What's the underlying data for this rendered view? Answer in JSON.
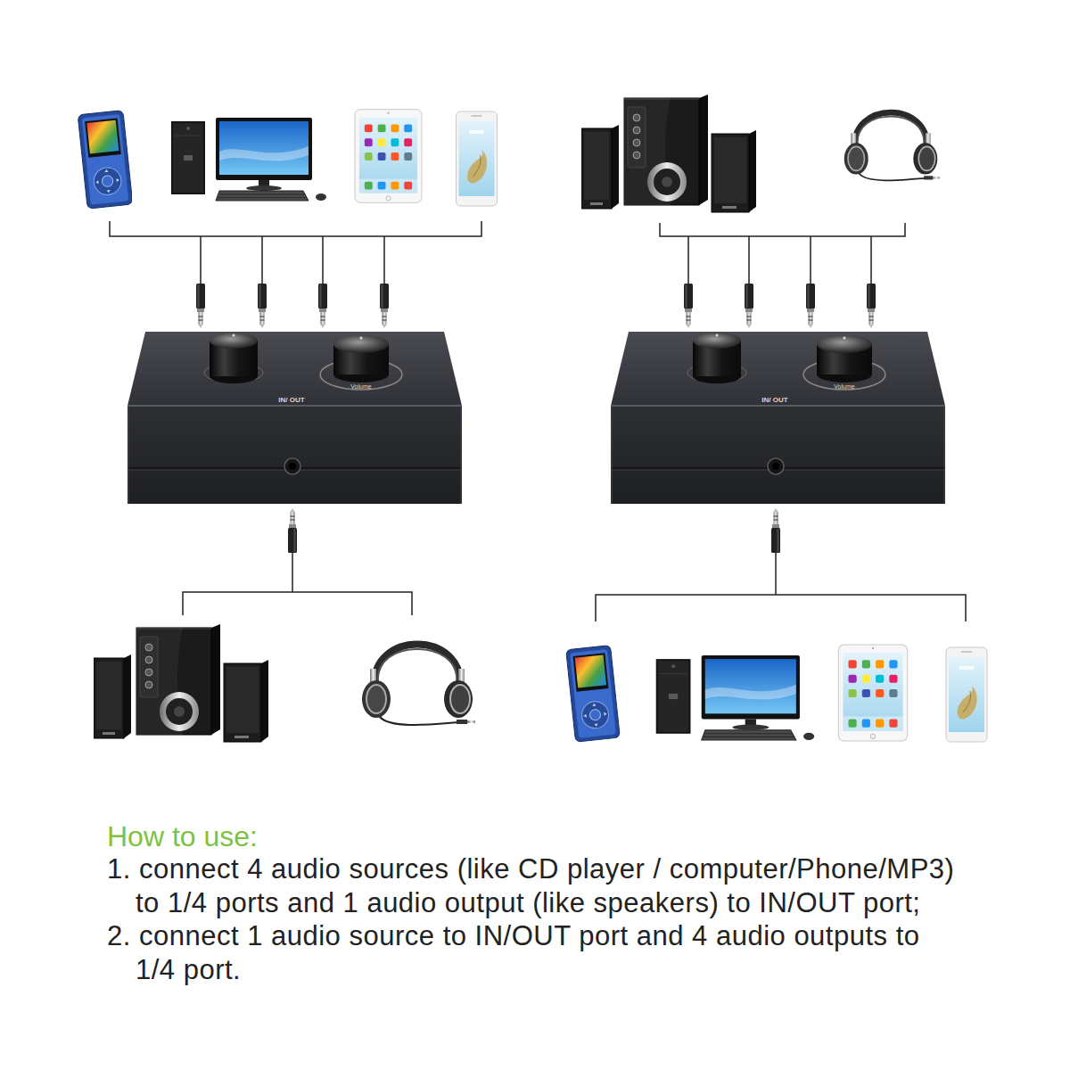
{
  "diagram": {
    "title": "How to use:",
    "nodes": [
      {
        "text": [
          "IN/ OUT",
          "Volume"
        ]
      },
      {
        "text": [
          "IN/ OUT",
          "Volume"
        ]
      }
    ],
    "labels": [
      "1. connect 4 audio sources (like CD player / computer/Phone/MP3) to 1/4 ports and 1 audio output (like speakers) to IN/OUT port;",
      "2. connect 1 audio source to IN/OUT port and 4 audio outputs to 1/4 port."
    ]
  }
}
